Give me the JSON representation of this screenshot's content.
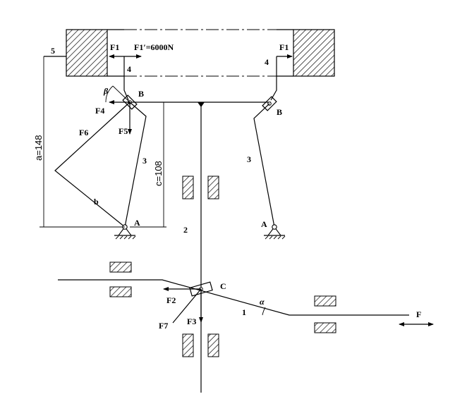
{
  "labels": {
    "F1_left": "F1",
    "F1_prime": "F1′=6000N",
    "F1_right": "F1",
    "n5": "5",
    "n4_left": "4",
    "n4_right": "4",
    "beta": "β",
    "B_left": "B",
    "B_right": "B",
    "F4": "F4",
    "F5": "F5",
    "F6": "F6",
    "n3_left": "3",
    "n3_right": "3",
    "b": "b",
    "A_left": "A",
    "A_right": "A",
    "n2": "2",
    "C": "C",
    "F2": "F2",
    "F7": "F7",
    "F3": "F3",
    "n1": "1",
    "alpha": "α",
    "F": "F"
  },
  "dimensions": {
    "a": "a=148",
    "c": "c=108"
  }
}
